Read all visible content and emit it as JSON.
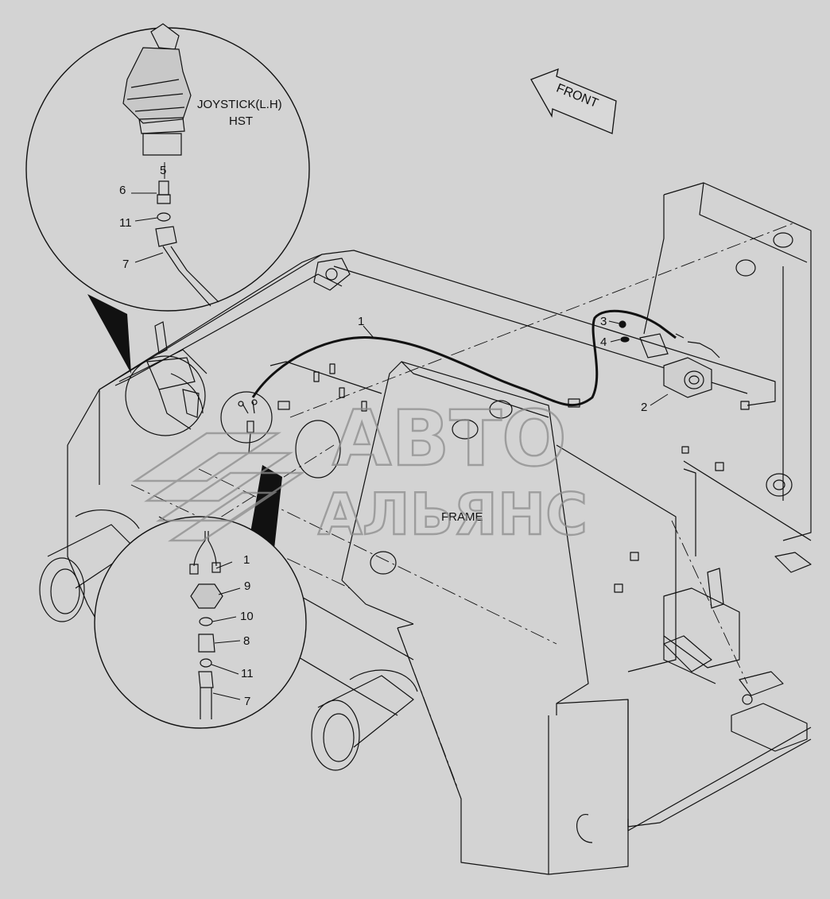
{
  "diagram": {
    "background": "#d3d3d3",
    "line_color": "#111111",
    "front_arrow_label": "FRONT",
    "frame_label": "FRAME",
    "joystick_label_line1": "JOYSTICK(L.H)",
    "joystick_label_line2": "HST",
    "watermark": {
      "line1": "АВТО",
      "line2": "АЛЬЯНС",
      "color": "#8c8c8c"
    },
    "callouts": {
      "c1_main": "1",
      "c2": "2",
      "c3": "3",
      "c4": "4",
      "top_5": "5",
      "top_6": "6",
      "top_11": "11",
      "top_7": "7",
      "bot_1": "1",
      "bot_9": "9",
      "bot_10": "10",
      "bot_8": "8",
      "bot_11": "11",
      "bot_7": "7"
    }
  }
}
